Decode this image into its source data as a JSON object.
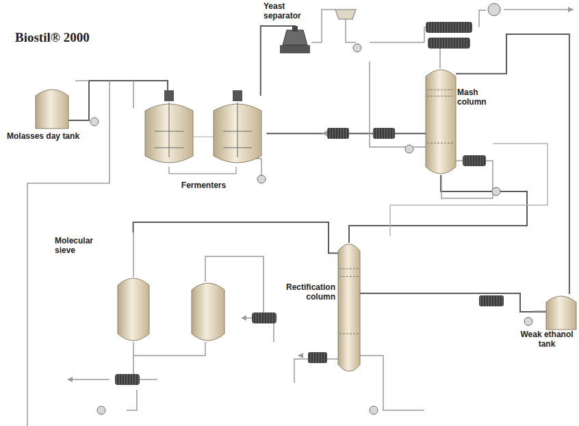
{
  "diagram": {
    "title": "Biostil® 2000",
    "nodes": [
      {
        "text": [
          "Yeast separator"
        ]
      },
      {
        "text": [
          "Molasses day tank"
        ]
      },
      {
        "text": [
          "Fermenters"
        ]
      },
      {
        "text": [
          "Mash column"
        ]
      },
      {
        "text": [
          "Molecular sieve"
        ]
      },
      {
        "text": [
          "Rectification column"
        ]
      },
      {
        "text": [
          "Weak ethanol tank"
        ]
      }
    ],
    "edges": [
      {
        "from": 1,
        "to": 2,
        "arrow": "none"
      },
      {
        "from": 2,
        "to": 0,
        "arrow": "none"
      },
      {
        "from": 2,
        "to": 3,
        "arrow": "none"
      },
      {
        "from": 3,
        "to": 5,
        "arrow": "none"
      },
      {
        "from": 5,
        "to": 4,
        "arrow": "none"
      },
      {
        "from": 6,
        "to": 5,
        "arrow": "none"
      },
      {
        "from": 3,
        "to": 6,
        "arrow": "none"
      }
    ]
  }
}
